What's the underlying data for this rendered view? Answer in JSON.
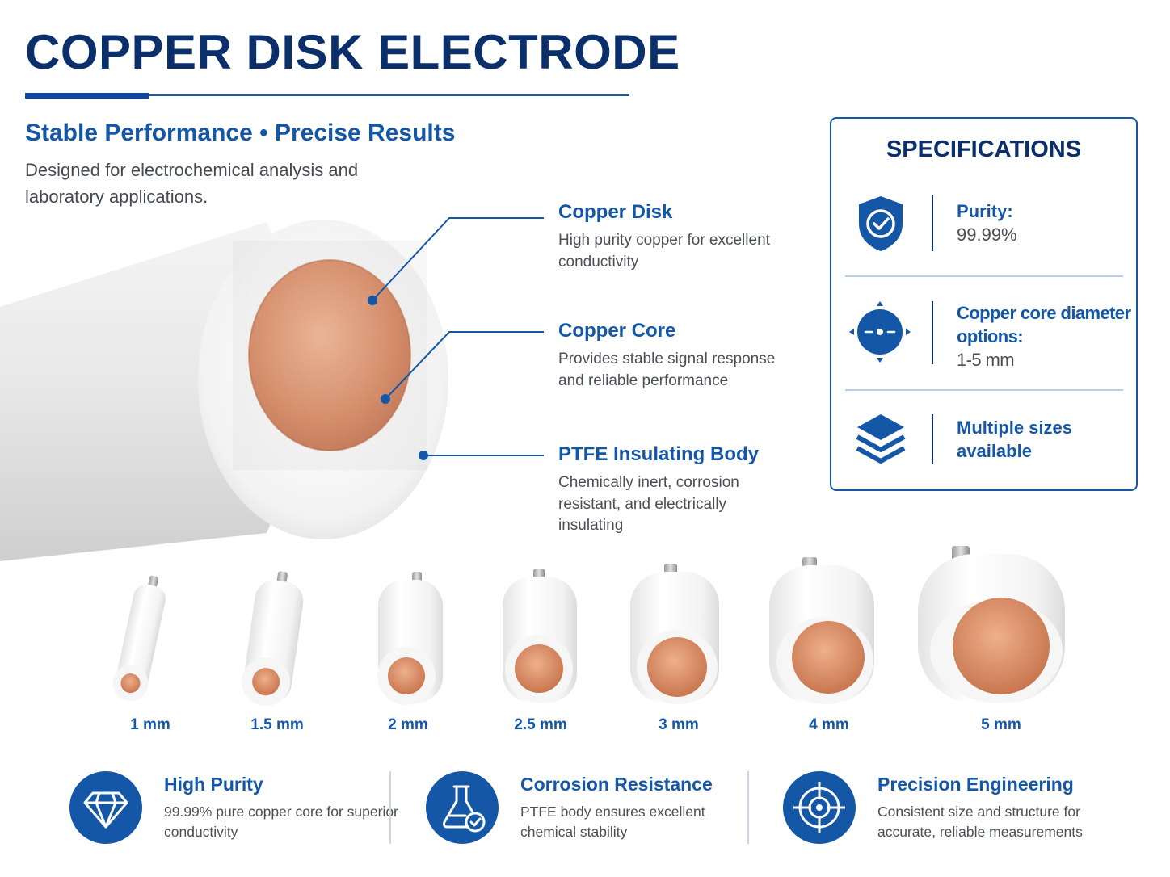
{
  "header": {
    "title": "COPPER DISK ELECTRODE",
    "tagline": "Stable Performance • Precise Results",
    "description": "Designed for electrochemical analysis and laboratory applications."
  },
  "callouts": [
    {
      "title": "Copper Disk",
      "text": "High purity copper for excellent conductivity"
    },
    {
      "title": "Copper Core",
      "text": "Provides stable signal response and reliable performance"
    },
    {
      "title": "PTFE Insulating Body",
      "text": "Chemically inert, corrosion resistant, and electrically insulating"
    }
  ],
  "specifications": {
    "title": "SPECIFICATIONS",
    "rows": [
      {
        "icon": "shield-check-icon",
        "label": "Purity:",
        "value": "99.99%"
      },
      {
        "icon": "diameter-target-icon",
        "label": "Copper core diameter options:",
        "value": "1-5 mm"
      },
      {
        "icon": "layers-icon",
        "label": "Multiple sizes available",
        "value": ""
      }
    ]
  },
  "sizes": [
    "1 mm",
    "1.5 mm",
    "2 mm",
    "2.5 mm",
    "3 mm",
    "4 mm",
    "5 mm"
  ],
  "features": [
    {
      "icon": "diamond-icon",
      "title": "High Purity",
      "text": "99.99% pure copper core for superior conductivity"
    },
    {
      "icon": "flask-icon",
      "title": "Corrosion Resistance",
      "text": "PTFE body ensures excellent chemical stability"
    },
    {
      "icon": "crosshair-icon",
      "title": "Precision Engineering",
      "text": "Consistent size and structure for accurate, reliable measurements"
    }
  ],
  "colors": {
    "primary": "#1557a7",
    "navy": "#0b2f6b",
    "copper": "#d98a63"
  }
}
